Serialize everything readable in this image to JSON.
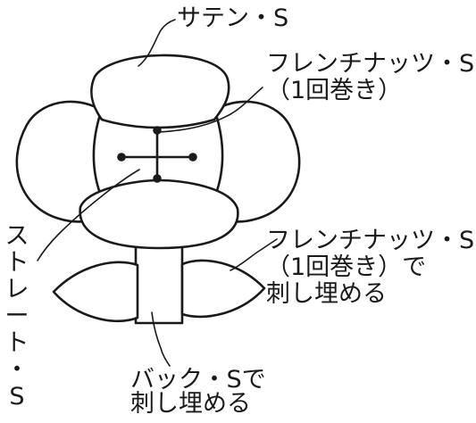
{
  "colors": {
    "line": "#1a1a1a",
    "fill": "#ffffff"
  },
  "labels": {
    "satin": "サテン・S",
    "french_top_1": "フレンチナッツ・S",
    "french_top_2": "（1回巻き）",
    "french_right_1": "フレンチナッツ・S",
    "french_right_2": "（1回巻き）で",
    "french_right_3": "刺し埋める",
    "back_1": "バック・Sで",
    "back_2": "刺し埋める",
    "straight_vertical": [
      "ス",
      "ト",
      "レ",
      "ー",
      "ト",
      "・",
      "S"
    ]
  }
}
